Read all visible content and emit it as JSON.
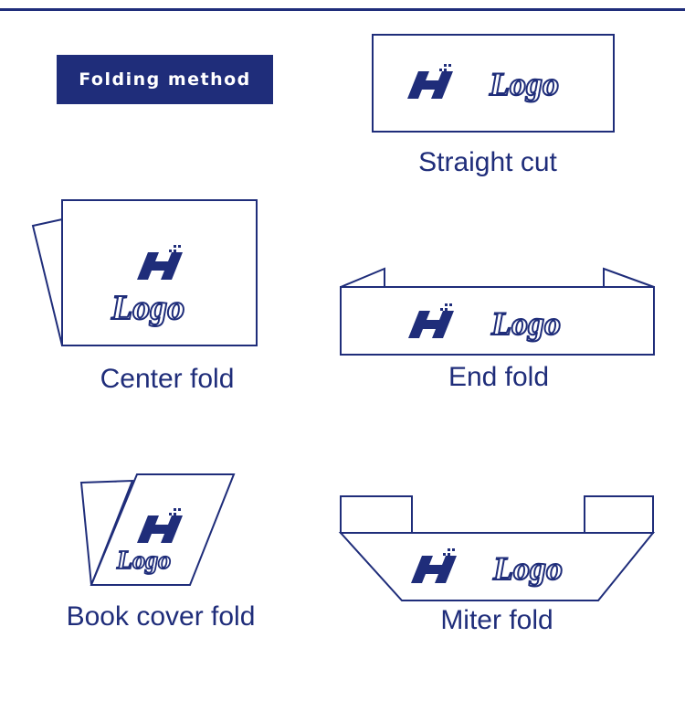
{
  "header": {
    "title": "Folding method"
  },
  "colors": {
    "ink": "#1f2d7a",
    "background": "#ffffff"
  },
  "logo_word": "Logo",
  "icons": [
    "hs-brand-icon"
  ],
  "folds": [
    {
      "id": "straight-cut",
      "caption": "Straight cut"
    },
    {
      "id": "center-fold",
      "caption": "Center fold"
    },
    {
      "id": "end-fold",
      "caption": "End fold"
    },
    {
      "id": "book-cover-fold",
      "caption": "Book cover fold"
    },
    {
      "id": "miter-fold",
      "caption": "Miter fold"
    }
  ]
}
